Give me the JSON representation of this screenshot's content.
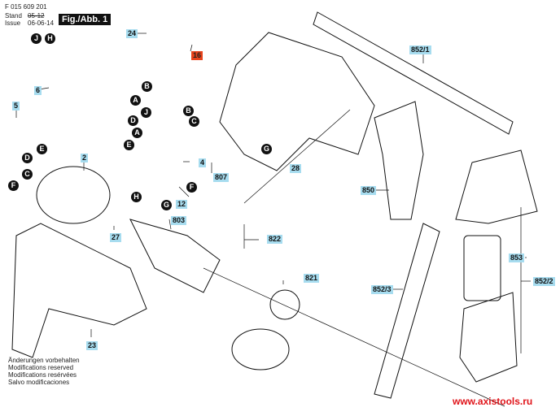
{
  "header": {
    "doc_number": "F 015 609 201",
    "stand_label": "Stand",
    "issue_label": "Issue",
    "old_date": "05-12",
    "date": "06-06-14",
    "figure_title": "Fig./Abb. 1"
  },
  "part_labels": [
    {
      "id": "24",
      "text": "24"
    },
    {
      "id": "16",
      "text": "16",
      "highlight": "#e8431c"
    },
    {
      "id": "6",
      "text": "6"
    },
    {
      "id": "5",
      "text": "5"
    },
    {
      "id": "4",
      "text": "4"
    },
    {
      "id": "807",
      "text": "807"
    },
    {
      "id": "28",
      "text": "28"
    },
    {
      "id": "12",
      "text": "12"
    },
    {
      "id": "2",
      "text": "2"
    },
    {
      "id": "27",
      "text": "27"
    },
    {
      "id": "803",
      "text": "803"
    },
    {
      "id": "822",
      "text": "822"
    },
    {
      "id": "821",
      "text": "821"
    },
    {
      "id": "23",
      "text": "23"
    },
    {
      "id": "852_1",
      "text": "852/1"
    },
    {
      "id": "850",
      "text": "850"
    },
    {
      "id": "853",
      "text": "853"
    },
    {
      "id": "852_2",
      "text": "852/2"
    },
    {
      "id": "852_3",
      "text": "852/3"
    }
  ],
  "wire_markers": [
    "A",
    "B",
    "C",
    "D",
    "E",
    "F",
    "G",
    "H",
    "J"
  ],
  "notes": [
    "Änderungen vorbehalten",
    "Modifications reserved",
    "Modifications resérvées",
    "Salvo modificaciones"
  ],
  "watermark": "www.axistools.ru",
  "colors": {
    "label_bg": "#a7dcef",
    "highlight": "#e8431c",
    "watermark": "#e0141a"
  }
}
